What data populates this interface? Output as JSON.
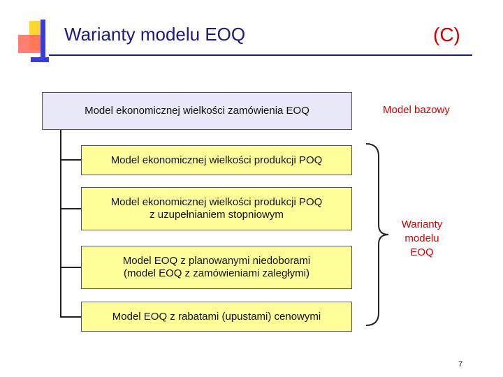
{
  "header": {
    "title": "Warianty modelu EOQ",
    "code": "(C)"
  },
  "diagram": {
    "main_box": "Model ekonomicznej wielkości zamówienia  EOQ",
    "variants": [
      {
        "line1": "Model ekonomicznej wielkości produkcji  POQ"
      },
      {
        "line1": "Model ekonomicznej wielkości produkcji  POQ",
        "line2": "z uzupełnianiem stopniowym"
      },
      {
        "line1": "Model EOQ z planowanymi niedoborami",
        "line2": "(model EOQ z zamówieniami zaległymi)"
      },
      {
        "line1": "Model EOQ z rabatami (upustami) cenowymi"
      }
    ],
    "base_label": "Model bazowy",
    "variants_label": [
      "Warianty",
      "modelu",
      "EOQ"
    ]
  },
  "footer": {
    "page_number": "7"
  },
  "colors": {
    "title": "#1a1a80",
    "accent_red": "#cc0000",
    "box_yellow": "#ffff99",
    "box_main": "#e8e8f8"
  }
}
